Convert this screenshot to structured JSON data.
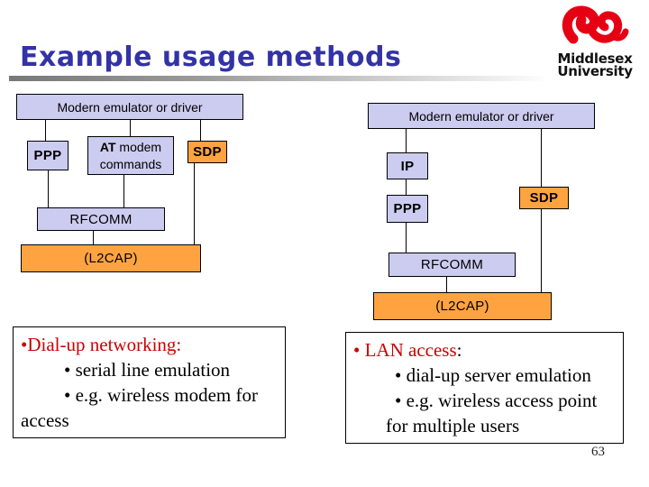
{
  "slide": {
    "title": "Example usage methods",
    "page_number": "63",
    "colors": {
      "title": "#3333A6",
      "lavender": "#CCCCF0",
      "orange": "#FFA340",
      "red": "#CC0000",
      "logo_red": "#E60014"
    }
  },
  "logo": {
    "icon": "middlesex-swoosh-icon",
    "line1": "Middlesex",
    "line2": "University"
  },
  "diagram_left": {
    "emulator": "Modern emulator or driver",
    "ppp": "PPP",
    "at_bold": "AT",
    "at_rest": " modem commands",
    "sdp": "SDP",
    "rfcomm": "RFCOMM",
    "l2cap": "(L2CAP)"
  },
  "diagram_right": {
    "emulator": "Modern emulator or driver",
    "ip": "IP",
    "ppp": "PPP",
    "sdp": "SDP",
    "rfcomm": "RFCOMM",
    "l2cap": "(L2CAP)"
  },
  "notes_left": {
    "heading": "•Dial-up networking:",
    "heading_suffix": "",
    "bullets": [
      "• serial line emulation",
      "• e.g. wireless modem for\naccess"
    ]
  },
  "notes_right": {
    "heading": "• LAN access",
    "heading_suffix": ":",
    "bullets": [
      "• dial-up server emulation",
      "• e.g. wireless access point\nfor multiple users"
    ]
  }
}
